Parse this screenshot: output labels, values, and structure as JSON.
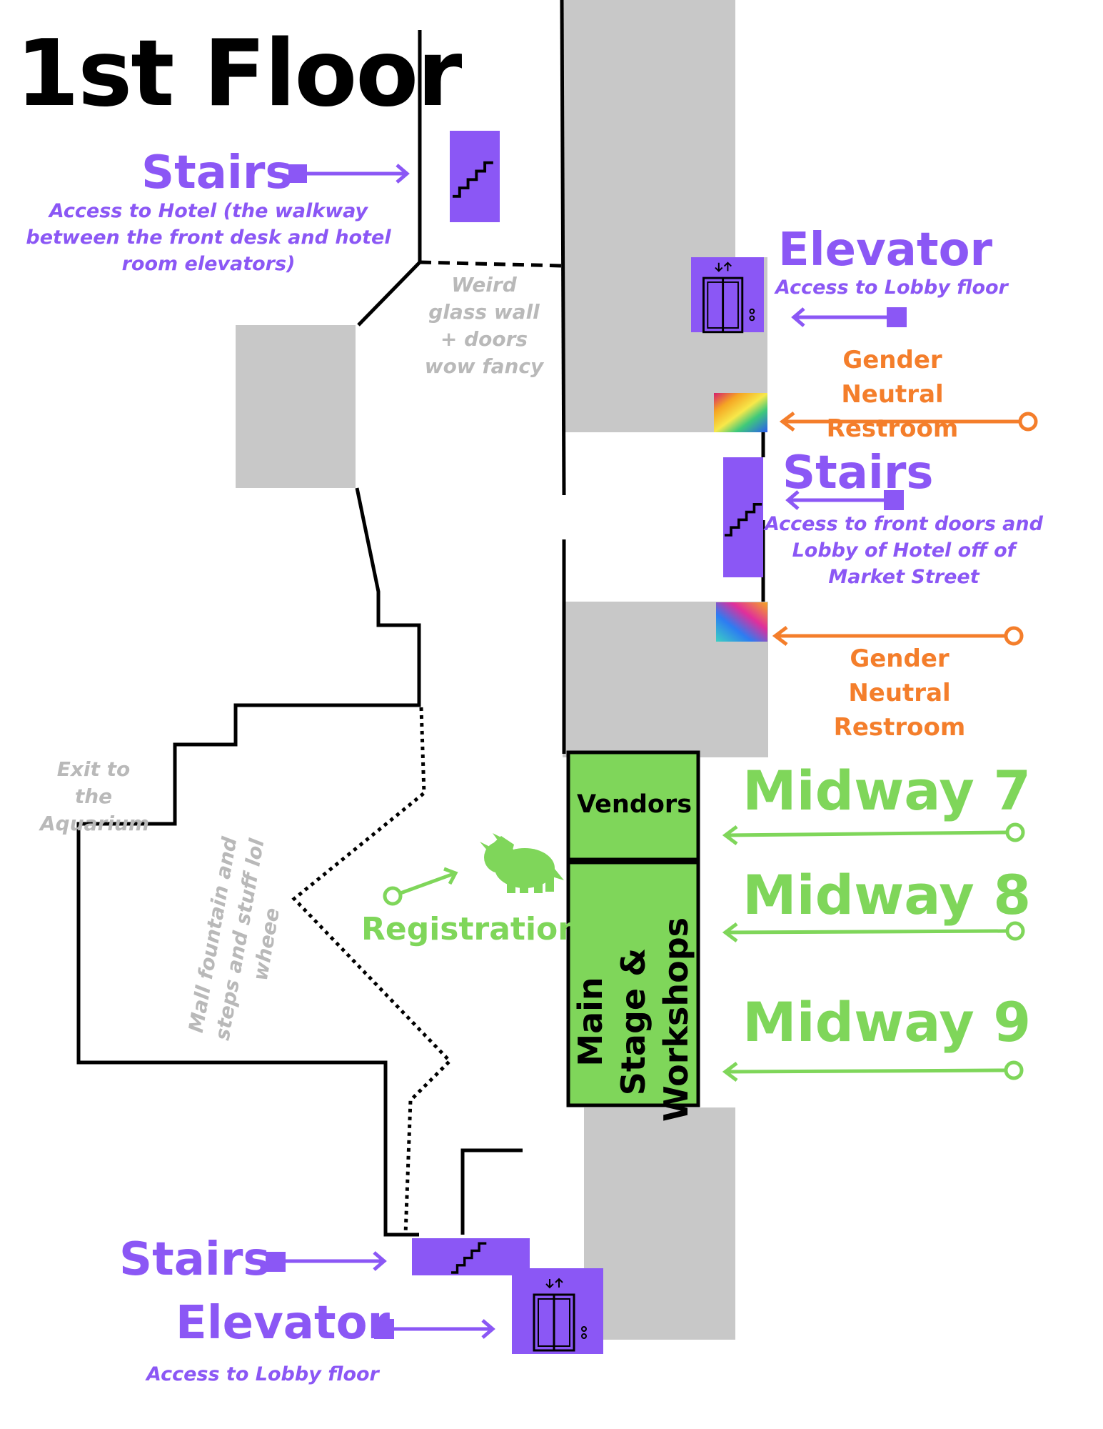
{
  "map": {
    "title": "1st Floor",
    "colors": {
      "purple": "#8b57f5",
      "orange": "#f47e2b",
      "green": "#7fd65a",
      "grey_block": "#c8c8c8",
      "grey_text": "#b9b9b9"
    },
    "stairs_top": {
      "label": "Stairs",
      "note": "Access to Hotel (the walkway between the front desk and hotel room elevators)",
      "icon": "stairs-icon"
    },
    "glass_wall_note": "Weird glass wall  + doors wow fancy",
    "elevator_top": {
      "label": "Elevator",
      "note": "Access to Lobby floor",
      "icon": "elevator-icon"
    },
    "restroom_1": {
      "label": "Gender Neutral Restroom",
      "icon": "rainbow-restroom-icon"
    },
    "stairs_right": {
      "label": "Stairs",
      "note": "Access to front doors and Lobby of Hotel off of Market Street",
      "icon": "stairs-icon"
    },
    "restroom_2": {
      "label": "Gender Neutral Restroom",
      "icon": "rainbow-restroom-icon"
    },
    "exit_note": "Exit to the Aquarium",
    "fountain_note": "Mall fountain and steps and stuff lol wheee",
    "rooms": {
      "vendors": "Vendors",
      "main_stage": "Main Stage & Workshops"
    },
    "midways": [
      "Midway 7",
      "Midway 8",
      "Midway 9"
    ],
    "registration": {
      "label": "Registration",
      "icon": "triceratops-icon"
    },
    "stairs_bottom": {
      "label": "Stairs",
      "icon": "stairs-icon"
    },
    "elevator_bottom": {
      "label": "Elevator",
      "note": "Access to Lobby floor",
      "icon": "elevator-icon"
    }
  }
}
